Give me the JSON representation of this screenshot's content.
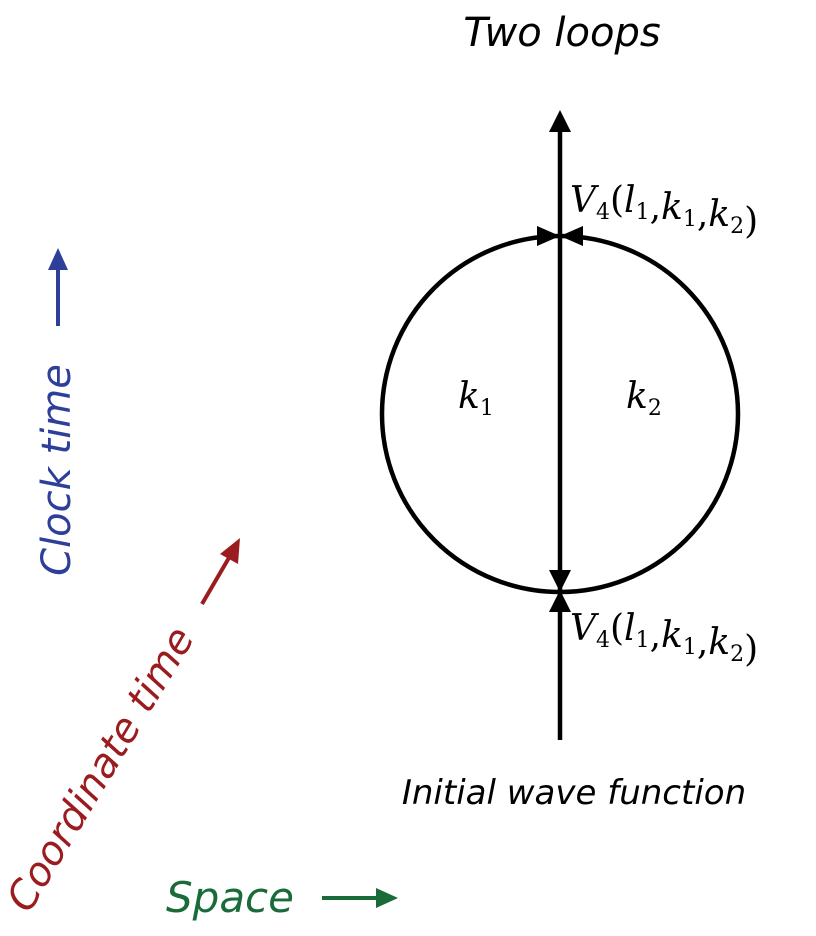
{
  "title": "Two loops",
  "initial_label": "Initial wave function",
  "loop_labels": {
    "left_var": "k",
    "left_sub": "1",
    "right_var": "k",
    "right_sub": "2"
  },
  "vertex_top": {
    "name": "V",
    "sub": "4",
    "args": [
      {
        "var": "l",
        "sub": "1"
      },
      {
        "var": "k",
        "sub": "1"
      },
      {
        "var": "k",
        "sub": "2"
      }
    ]
  },
  "vertex_bottom": {
    "name": "V",
    "sub": "4",
    "args": [
      {
        "var": "l",
        "sub": "1"
      },
      {
        "var": "k",
        "sub": "1"
      },
      {
        "var": "k",
        "sub": "2"
      }
    ]
  },
  "axes": {
    "clock_time": {
      "label": "Clock time",
      "color": "#2e3f9a"
    },
    "coordinate_time": {
      "label": "Coordinate time",
      "color": "#9b1c1f"
    },
    "space": {
      "label": "Space",
      "color": "#1a6b3a"
    }
  },
  "line_color": "#000000"
}
